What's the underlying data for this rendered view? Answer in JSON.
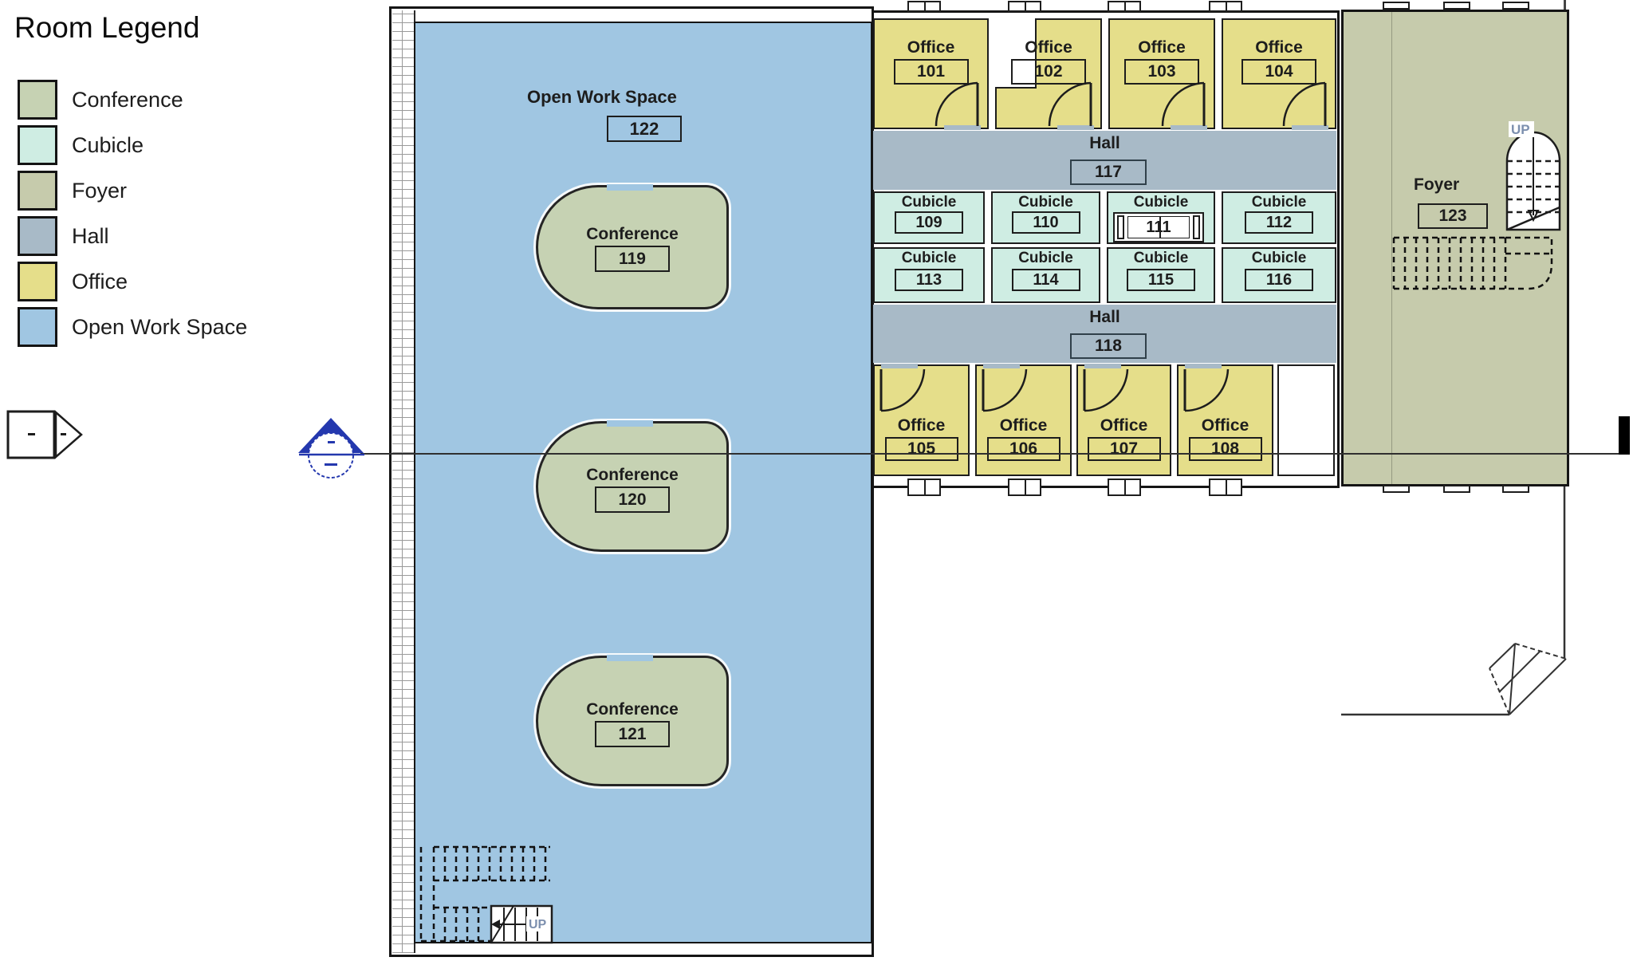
{
  "legend": {
    "title": "Room Legend",
    "items": [
      {
        "label": "Conference",
        "color": "#c6d2b3"
      },
      {
        "label": "Cubicle",
        "color": "#cfede3"
      },
      {
        "label": "Foyer",
        "color": "#c6cbac"
      },
      {
        "label": "Hall",
        "color": "#a8bac7"
      },
      {
        "label": "Office",
        "color": "#e5de8a"
      },
      {
        "label": "Open Work Space",
        "color": "#a0c6e2"
      }
    ]
  },
  "rooms": {
    "o101": {
      "name": "Office",
      "number": "101"
    },
    "o102": {
      "name": "Office",
      "number": "102"
    },
    "o103": {
      "name": "Office",
      "number": "103"
    },
    "o104": {
      "name": "Office",
      "number": "104"
    },
    "o105": {
      "name": "Office",
      "number": "105"
    },
    "o106": {
      "name": "Office",
      "number": "106"
    },
    "o107": {
      "name": "Office",
      "number": "107"
    },
    "o108": {
      "name": "Office",
      "number": "108"
    },
    "c109": {
      "name": "Cubicle",
      "number": "109"
    },
    "c110": {
      "name": "Cubicle",
      "number": "110"
    },
    "c111": {
      "name": "Cubicle",
      "number": "111"
    },
    "c112": {
      "name": "Cubicle",
      "number": "112"
    },
    "c113": {
      "name": "Cubicle",
      "number": "113"
    },
    "c114": {
      "name": "Cubicle",
      "number": "114"
    },
    "c115": {
      "name": "Cubicle",
      "number": "115"
    },
    "c116": {
      "name": "Cubicle",
      "number": "116"
    },
    "h117": {
      "name": "Hall",
      "number": "117"
    },
    "h118": {
      "name": "Hall",
      "number": "118"
    },
    "conf119": {
      "name": "Conference",
      "number": "119"
    },
    "conf120": {
      "name": "Conference",
      "number": "120"
    },
    "conf121": {
      "name": "Conference",
      "number": "121"
    },
    "ows122": {
      "name": "Open Work Space",
      "number": "122"
    },
    "foyer123": {
      "name": "Foyer",
      "number": "123"
    }
  },
  "stairs": {
    "up_label": "UP"
  },
  "colors": {
    "wall": "#1d1d1d",
    "section_marker_blue": "#2438ae",
    "up_text": "#7c8fae"
  }
}
